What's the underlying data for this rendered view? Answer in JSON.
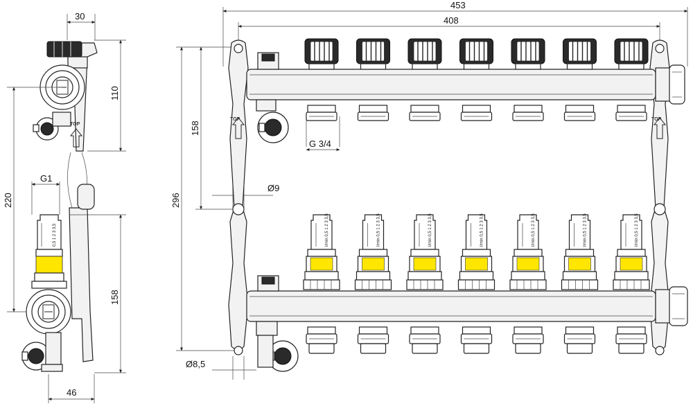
{
  "dimensions": {
    "side_width_top": "30",
    "side_height_top": "110",
    "side_height_total": "220",
    "side_thread": "G1",
    "side_height_bottom": "158",
    "side_width_bottom": "46",
    "front_width_total": "453",
    "front_width_inner": "408",
    "front_height_total": "296",
    "front_height_upper": "158",
    "outlet_thread": "G 3/4",
    "hole_diameter": "Ø9",
    "bottom_hole_diameter": "Ø8,5"
  },
  "labels": {
    "top_marking": "TOP",
    "flowmeter_scale": "l/min 0,5 1 2 3 3,5"
  },
  "outlets": {
    "count": 7
  },
  "colors": {
    "flowmeter_window": "#ffe600",
    "ink": "#222222",
    "background": "#ffffff"
  }
}
